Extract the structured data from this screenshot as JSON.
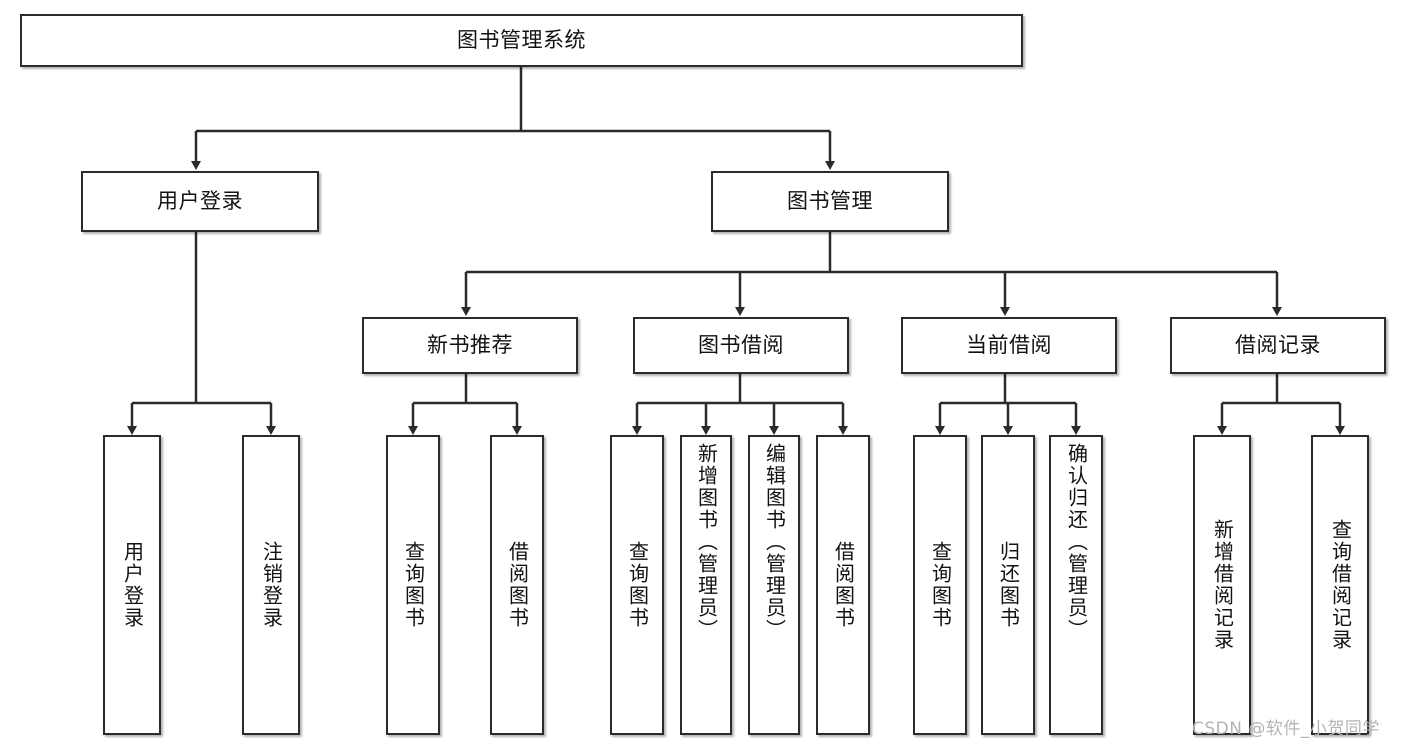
{
  "diagram": {
    "title": "图书管理系统",
    "type": "function-structure-tree",
    "watermark": "CSDN @软件_小贺同学",
    "colors": {
      "border": "#2b2b2b",
      "text": "#121212",
      "background": "#ffffff",
      "edge": "#2b2b2b",
      "watermark": "#b4b4b4"
    },
    "levels": [
      {
        "level": 1,
        "nodes": [
          {
            "id": "root",
            "label": "图书管理系统",
            "orientation": "horizontal"
          }
        ]
      },
      {
        "level": 2,
        "nodes": [
          {
            "id": "login",
            "label": "用户登录",
            "orientation": "horizontal",
            "parent": "root"
          },
          {
            "id": "bookmgmt",
            "label": "图书管理",
            "orientation": "horizontal",
            "parent": "root"
          }
        ]
      },
      {
        "level": 3,
        "nodes": [
          {
            "id": "newbook",
            "label": "新书推荐",
            "orientation": "horizontal",
            "parent": "bookmgmt"
          },
          {
            "id": "borrow",
            "label": "图书借阅",
            "orientation": "horizontal",
            "parent": "bookmgmt"
          },
          {
            "id": "current",
            "label": "当前借阅",
            "orientation": "horizontal",
            "parent": "bookmgmt"
          },
          {
            "id": "record",
            "label": "借阅记录",
            "orientation": "horizontal",
            "parent": "bookmgmt"
          }
        ]
      },
      {
        "level": 4,
        "nodes": [
          {
            "id": "leaf-user-login",
            "label": "用户登录",
            "orientation": "vertical",
            "parent": "login"
          },
          {
            "id": "leaf-user-logout",
            "label": "注销登录",
            "orientation": "vertical",
            "parent": "login"
          },
          {
            "id": "leaf-query-book-1",
            "label": "查询图书",
            "orientation": "vertical",
            "parent": "newbook"
          },
          {
            "id": "leaf-borrow-book-1",
            "label": "借阅图书",
            "orientation": "vertical",
            "parent": "newbook"
          },
          {
            "id": "leaf-query-book-2",
            "label": "查询图书",
            "orientation": "vertical",
            "parent": "borrow"
          },
          {
            "id": "leaf-add-book",
            "label": "新增图书（管理员）",
            "orientation": "vertical",
            "parent": "borrow"
          },
          {
            "id": "leaf-edit-book",
            "label": "编辑图书（管理员）",
            "orientation": "vertical",
            "parent": "borrow"
          },
          {
            "id": "leaf-borrow-book-2",
            "label": "借阅图书",
            "orientation": "vertical",
            "parent": "borrow"
          },
          {
            "id": "leaf-query-book-3",
            "label": "查询图书",
            "orientation": "vertical",
            "parent": "current"
          },
          {
            "id": "leaf-return-book",
            "label": "归还图书",
            "orientation": "vertical",
            "parent": "current"
          },
          {
            "id": "leaf-confirm-return",
            "label": "确认归还（管理员）",
            "orientation": "vertical",
            "parent": "current"
          },
          {
            "id": "leaf-add-record",
            "label": "新增借阅记录",
            "orientation": "vertical",
            "parent": "record"
          },
          {
            "id": "leaf-query-record",
            "label": "查询借阅记录",
            "orientation": "vertical",
            "parent": "record"
          }
        ]
      }
    ]
  }
}
